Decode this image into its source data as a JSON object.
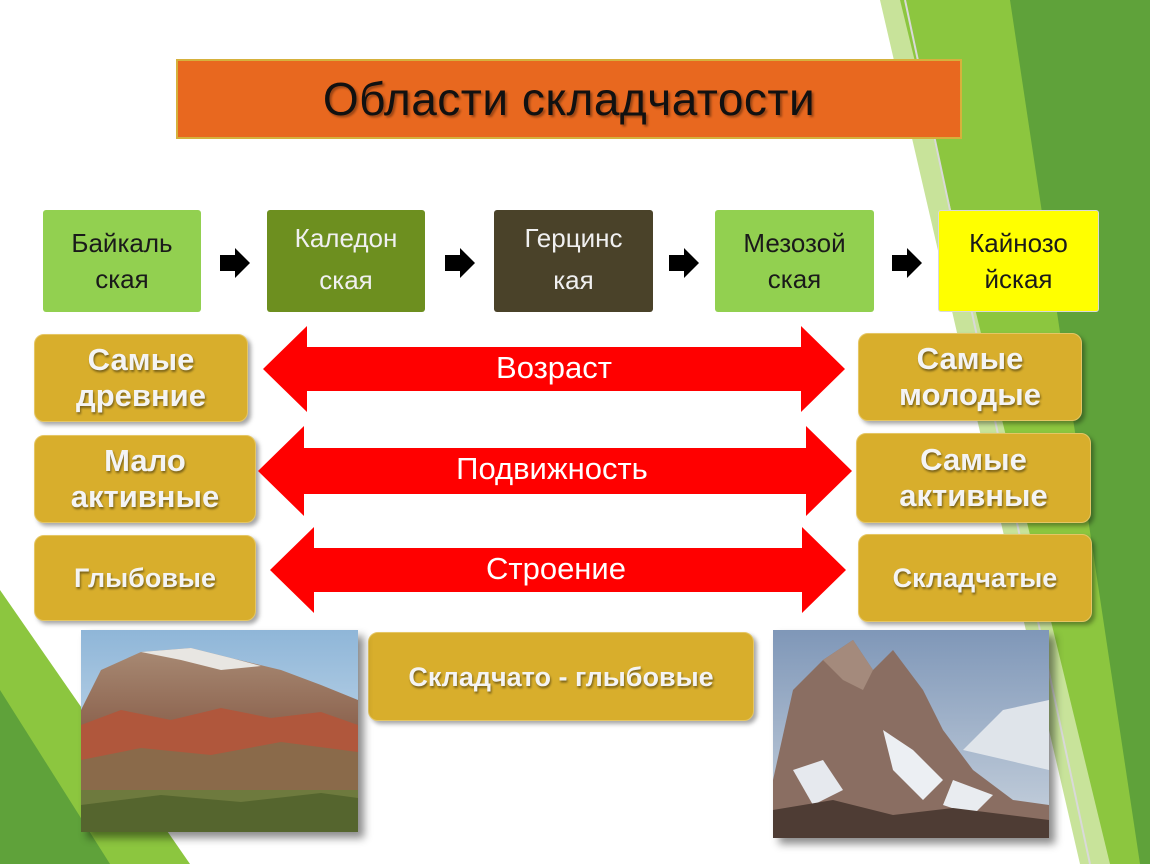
{
  "title": "Области складчатости",
  "eras": [
    {
      "line1": "Байкаль",
      "line2": "ская",
      "color": "#92d050",
      "text_color": "#1a1a1a"
    },
    {
      "line1": "Каледон",
      "line2": "ская",
      "color": "#6d8f1f",
      "text_color": "#f0f0f0"
    },
    {
      "line1": "Герцинс",
      "line2": "кая",
      "color": "#4a4229",
      "text_color": "#f0f0f0"
    },
    {
      "line1": "Мезозой",
      "line2": "ская",
      "color": "#92d050",
      "text_color": "#1a1a1a"
    },
    {
      "line1": "Кайнозо",
      "line2": "йская",
      "color": "#ffff00",
      "text_color": "#1a1a1a"
    }
  ],
  "rows": [
    {
      "left": {
        "line1": "Самые",
        "line2": "древние"
      },
      "label": "Возраст",
      "right": {
        "line1": "Самые",
        "line2": "молодые"
      }
    },
    {
      "left": {
        "line1": "Мало",
        "line2": "активные"
      },
      "label": "Подвижность",
      "right": {
        "line1": "Самые",
        "line2": "активные"
      }
    },
    {
      "left": {
        "line1": "Глыбовые"
      },
      "label": "Строение",
      "right": {
        "line1": "Складчатые"
      }
    }
  ],
  "middle_box": "Складчато - глыбовые",
  "colors": {
    "title_bg": "#e8681f",
    "box_yellow": "#d8ae2c",
    "arrow_red": "#ff0000",
    "side_green": "#8cc63f"
  },
  "icons": {
    "era_arrow": "right-arrow-icon"
  }
}
